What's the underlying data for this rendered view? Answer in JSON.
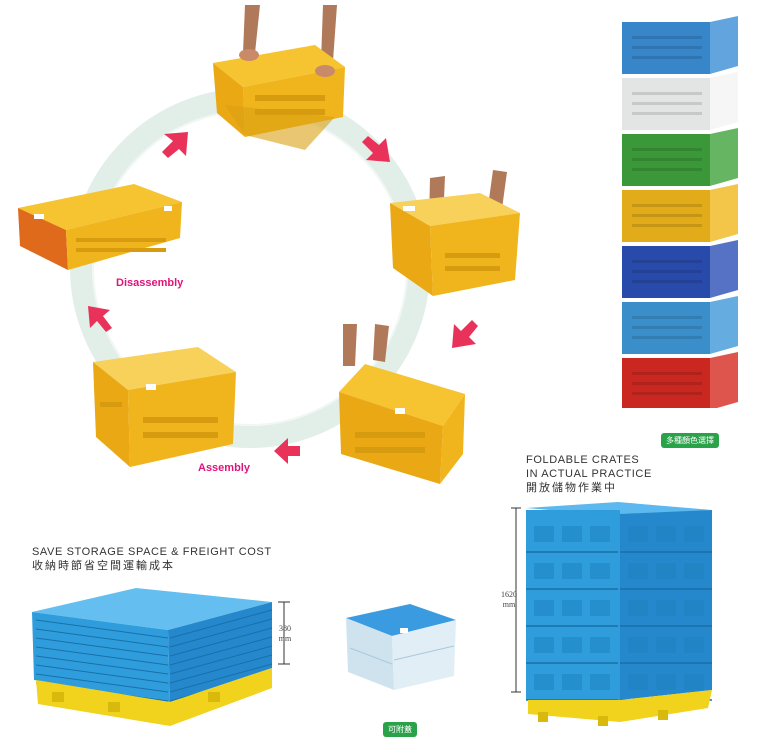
{
  "cycle": {
    "disassembly_label": "Disassembly",
    "assembly_label": "Assembly"
  },
  "stack_colors": {
    "badge": "多種顏色選擇",
    "layers": [
      "#3b8fd6",
      "#f2f4f3",
      "#3fa23c",
      "#f0b61c",
      "#2b4fb5",
      "#3e98d8",
      "#d62a22"
    ]
  },
  "actual_practice": {
    "title_line1": "FOLDABLE CRATES",
    "title_line2": "IN ACTUAL PRACTICE",
    "title_cn": "開放儲物作業中",
    "height_value": "1620",
    "height_unit": "mm"
  },
  "storage": {
    "title_en": "SAVE STORAGE SPACE & FREIGHT COST",
    "title_cn": "收納時節省空間運輸成本",
    "height_value": "380",
    "height_unit": "mm"
  },
  "lid": {
    "badge": "可附蓋"
  },
  "colors": {
    "yellow": "#f2b31b",
    "blue": "#2f9ddc",
    "pink": "#e8325a",
    "ring": "#e2efe9",
    "badge_green": "#2aa24a"
  }
}
